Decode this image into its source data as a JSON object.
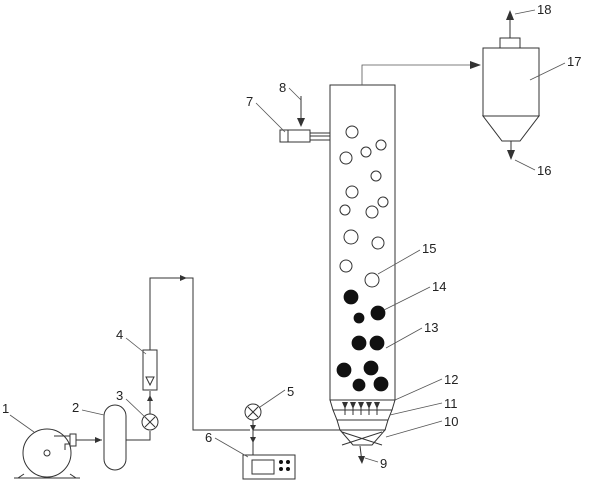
{
  "figure": {
    "labels": {
      "l1": "1",
      "l2": "2",
      "l3": "3",
      "l4": "4",
      "l5": "5",
      "l6": "6",
      "l7": "7",
      "l8": "8",
      "l9": "9",
      "l10": "10",
      "l11": "11",
      "l12": "12",
      "l13": "13",
      "l14": "14",
      "l15": "15",
      "l16": "16",
      "l17": "17",
      "l18": "18"
    }
  }
}
